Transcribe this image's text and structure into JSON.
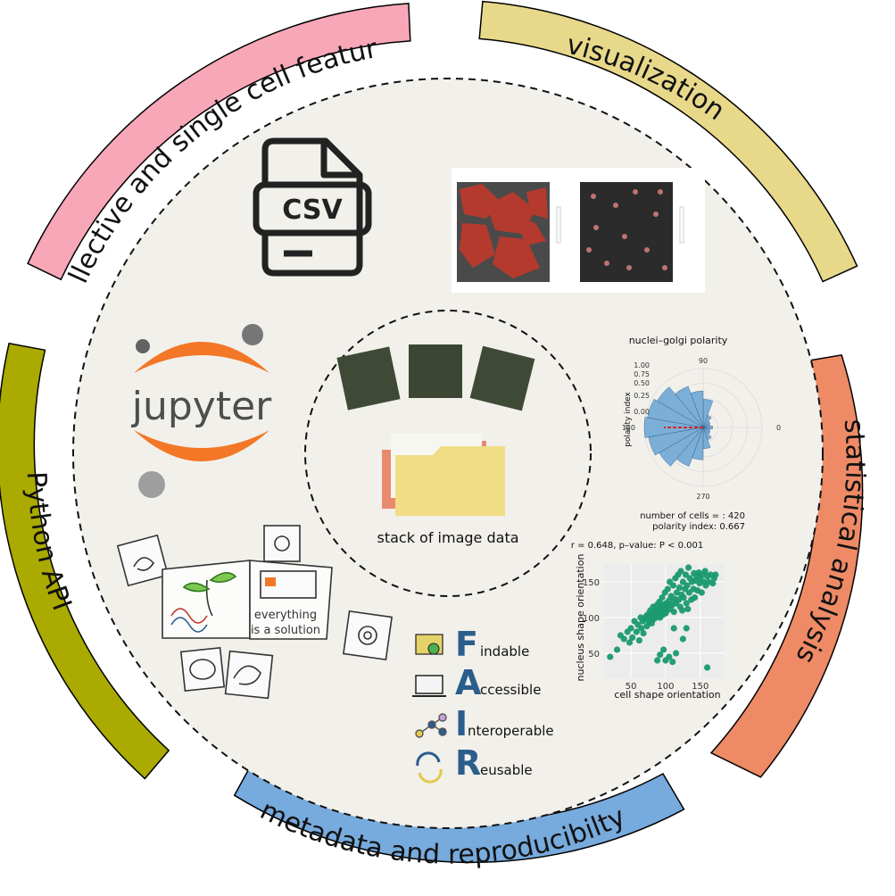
{
  "segments": {
    "collective": {
      "label": "collective and single cell features",
      "color": "#f7a7b7"
    },
    "visualization": {
      "label": "visualization",
      "color": "#e8d98a"
    },
    "statistical": {
      "label": "statistical analysis",
      "color": "#ee8a66"
    },
    "metadata": {
      "label": "metadata and reproducibilty",
      "color": "#77aadd"
    },
    "python": {
      "label": "Python API",
      "color": "#aaaa00"
    }
  },
  "csv": {
    "label": "CSV"
  },
  "jupyter": {
    "label": "jupyter"
  },
  "stack": {
    "label": "stack of image data"
  },
  "notebook": {
    "line1": "everything",
    "line2": "is a solution"
  },
  "fair": [
    {
      "letter": "F",
      "rest": "indable"
    },
    {
      "letter": "A",
      "rest": "ccessible"
    },
    {
      "letter": "I",
      "rest": "nteroperable"
    },
    {
      "letter": "R",
      "rest": "eusable"
    }
  ],
  "polar": {
    "title": "nuclei–golgi polarity",
    "ylabel": "polarity index",
    "radial_ticks": [
      "1.00",
      "0.75",
      "0.50",
      "0.25",
      "0.00"
    ],
    "angle_labels": [
      "90",
      "180",
      "0",
      "270"
    ],
    "footer_count": "number of cells = : 420",
    "footer_index": "polarity index: 0.667"
  },
  "chart_data": {
    "type": "scatter",
    "title": "r = 0.648, p–value: P < 0.001",
    "xlabel": "cell shape orientation",
    "ylabel": "nucleus shape orientation",
    "xticks": [
      50,
      100,
      150
    ],
    "yticks": [
      50,
      100,
      150
    ],
    "xlim": [
      10,
      185
    ],
    "ylim": [
      15,
      175
    ],
    "color": "#1a9a6e",
    "points": [
      [
        20,
        45
      ],
      [
        30,
        55
      ],
      [
        35,
        75
      ],
      [
        40,
        70
      ],
      [
        45,
        80
      ],
      [
        48,
        65
      ],
      [
        50,
        85
      ],
      [
        52,
        72
      ],
      [
        55,
        95
      ],
      [
        58,
        80
      ],
      [
        60,
        90
      ],
      [
        62,
        68
      ],
      [
        64,
        100
      ],
      [
        65,
        85
      ],
      [
        67,
        95
      ],
      [
        68,
        78
      ],
      [
        70,
        98
      ],
      [
        72,
        102
      ],
      [
        73,
        88
      ],
      [
        75,
        105
      ],
      [
        76,
        95
      ],
      [
        78,
        110
      ],
      [
        79,
        100
      ],
      [
        80,
        92
      ],
      [
        81,
        104
      ],
      [
        82,
        115
      ],
      [
        83,
        98
      ],
      [
        85,
        108
      ],
      [
        86,
        100
      ],
      [
        87,
        112
      ],
      [
        88,
        118
      ],
      [
        89,
        104
      ],
      [
        90,
        110
      ],
      [
        91,
        122
      ],
      [
        92,
        100
      ],
      [
        93,
        115
      ],
      [
        94,
        108
      ],
      [
        95,
        128
      ],
      [
        96,
        104
      ],
      [
        97,
        118
      ],
      [
        98,
        112
      ],
      [
        99,
        135
      ],
      [
        100,
        106
      ],
      [
        101,
        120
      ],
      [
        102,
        110
      ],
      [
        103,
        140
      ],
      [
        104,
        116
      ],
      [
        105,
        124
      ],
      [
        106,
        150
      ],
      [
        107,
        112
      ],
      [
        108,
        130
      ],
      [
        110,
        118
      ],
      [
        111,
        145
      ],
      [
        112,
        108
      ],
      [
        113,
        126
      ],
      [
        114,
        155
      ],
      [
        115,
        120
      ],
      [
        116,
        135
      ],
      [
        118,
        160
      ],
      [
        119,
        125
      ],
      [
        120,
        142
      ],
      [
        121,
        115
      ],
      [
        122,
        165
      ],
      [
        123,
        132
      ],
      [
        124,
        110
      ],
      [
        125,
        150
      ],
      [
        126,
        128
      ],
      [
        128,
        140
      ],
      [
        129,
        160
      ],
      [
        130,
        120
      ],
      [
        131,
        145
      ],
      [
        132,
        112
      ],
      [
        133,
        170
      ],
      [
        134,
        135
      ],
      [
        135,
        155
      ],
      [
        137,
        125
      ],
      [
        138,
        150
      ],
      [
        140,
        140
      ],
      [
        141,
        162
      ],
      [
        142,
        128
      ],
      [
        143,
        152
      ],
      [
        145,
        158
      ],
      [
        146,
        138
      ],
      [
        148,
        163
      ],
      [
        149,
        148
      ],
      [
        150,
        155
      ],
      [
        152,
        135
      ],
      [
        153,
        160
      ],
      [
        155,
        150
      ],
      [
        157,
        165
      ],
      [
        158,
        145
      ],
      [
        160,
        158
      ],
      [
        162,
        150
      ],
      [
        165,
        160
      ],
      [
        168,
        148
      ],
      [
        170,
        155
      ],
      [
        172,
        160
      ],
      [
        88,
        40
      ],
      [
        92,
        48
      ],
      [
        97,
        55
      ],
      [
        100,
        40
      ],
      [
        105,
        45
      ],
      [
        110,
        38
      ],
      [
        115,
        50
      ],
      [
        125,
        70
      ],
      [
        130,
        85
      ],
      [
        160,
        30
      ],
      [
        112,
        85
      ]
    ]
  },
  "rose": {
    "color": "#6fa8d6",
    "bins": [
      {
        "a": 0,
        "r": 0.16
      },
      {
        "a": 20,
        "r": 0.12
      },
      {
        "a": 40,
        "r": 0.14
      },
      {
        "a": 60,
        "r": 0.22
      },
      {
        "a": 80,
        "r": 0.48
      },
      {
        "a": 100,
        "r": 0.62
      },
      {
        "a": 120,
        "r": 0.74
      },
      {
        "a": 140,
        "r": 0.9
      },
      {
        "a": 160,
        "r": 0.96
      },
      {
        "a": 180,
        "r": 1.0
      },
      {
        "a": 200,
        "r": 0.94
      },
      {
        "a": 220,
        "r": 0.86
      },
      {
        "a": 240,
        "r": 0.7
      },
      {
        "a": 260,
        "r": 0.55
      },
      {
        "a": 280,
        "r": 0.36
      },
      {
        "a": 300,
        "r": 0.22
      },
      {
        "a": 320,
        "r": 0.14
      },
      {
        "a": 340,
        "r": 0.12
      }
    ]
  },
  "colors": {
    "inner": "#f2f0ea",
    "text": "#111111",
    "fair_blue": "#2a5e8c",
    "jupyter_orange": "#f37726",
    "jupyter_gray": "#767677"
  }
}
